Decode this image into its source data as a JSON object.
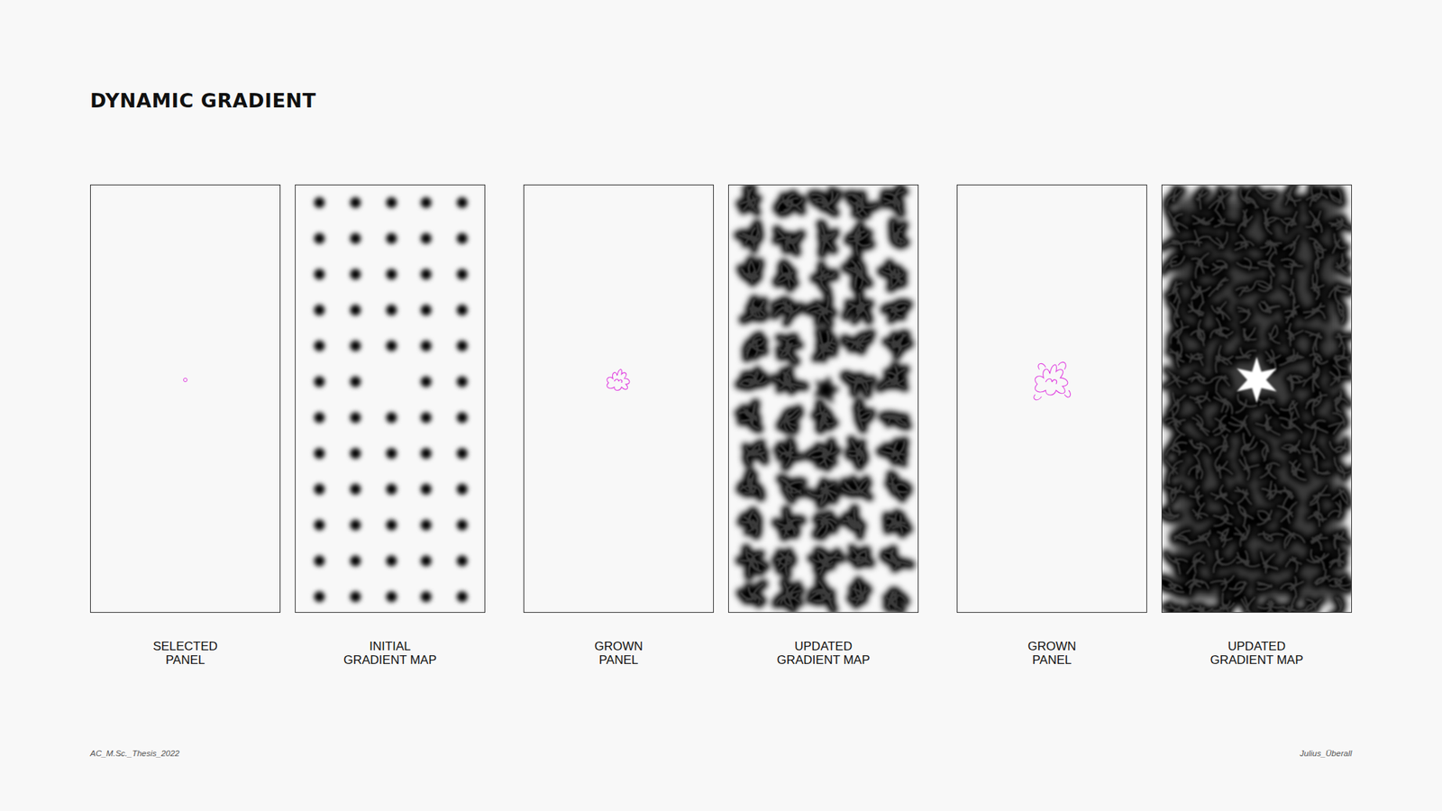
{
  "diagram": {
    "title": "DYNAMIC GRADIENT",
    "nodes": [
      {
        "text": [
          "SELECTED PANEL"
        ]
      },
      {
        "text": [
          "INITIAL GRADIENT MAP"
        ]
      },
      {
        "text": [
          "GROWN PANEL"
        ]
      },
      {
        "text": [
          "UPDATED GRADIENT MAP"
        ]
      },
      {
        "text": [
          "GROWN PANEL"
        ]
      },
      {
        "text": [
          "UPDATED GRADIENT MAP"
        ]
      }
    ],
    "labels": [
      "AC_M.Sc._Thesis_2022",
      "Julius_Überall"
    ]
  }
}
